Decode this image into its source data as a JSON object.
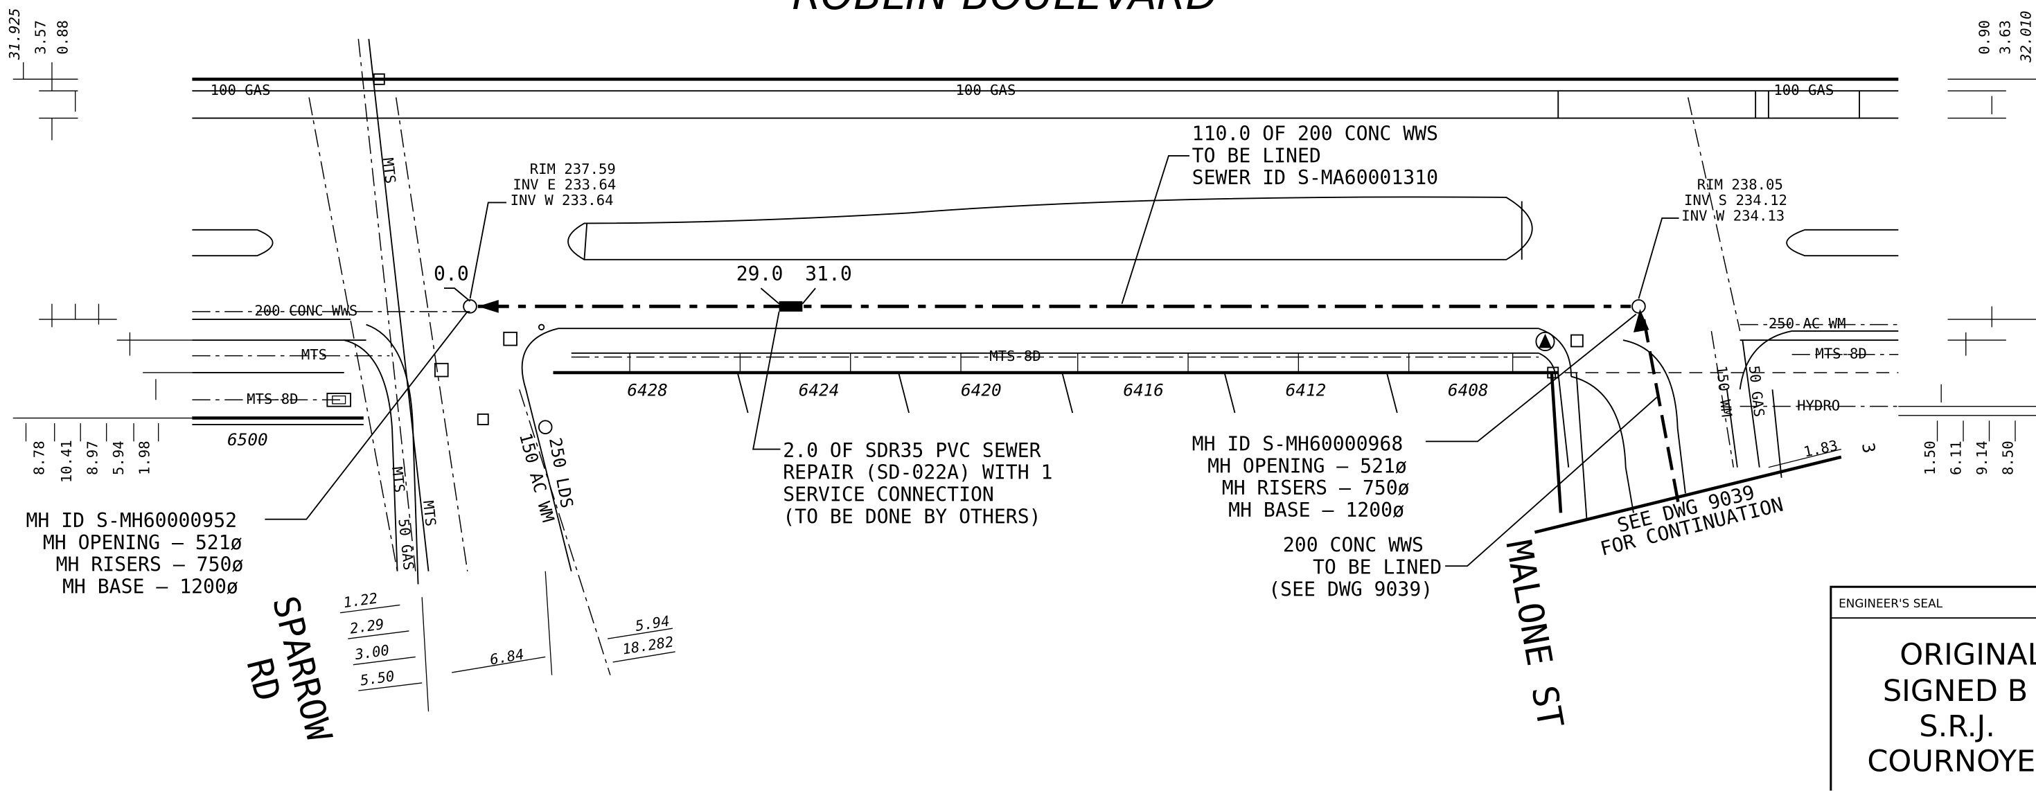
{
  "street": {
    "top": "ROBLIN BOULEVARD",
    "left": "SPARROW RD",
    "left_line1": "SPARROW",
    "left_line2": "RD",
    "right": "MALONE ST"
  },
  "utilities": {
    "gas_main": "100 GAS",
    "conc_wws": "200 CONC WWS",
    "mts": "MTS",
    "mts_8d": "MTS-8D",
    "ac_wm": "250 AC WM",
    "hydro": "HYDRO",
    "lds": "250 LDS",
    "ac_wm_150": "150 AC WM",
    "gas_50": "50 GAS",
    "wm_150": "150 WM",
    "gas_50b": "50 GAS"
  },
  "lots": [
    "6500",
    "6428",
    "6424",
    "6420",
    "6416",
    "6412",
    "6408"
  ],
  "chainage": {
    "start": "0.0",
    "repair_start": "29.0",
    "repair_end": "31.0"
  },
  "mh_west": {
    "rim": "RIM 237.59",
    "inv_e": "INV E 233.64",
    "inv_w": "INV W 233.64",
    "id": "MH ID S-MH60000952",
    "opening": "MH OPENING – 521ø",
    "risers": "MH RISERS – 750ø",
    "base": "MH BASE – 1200ø"
  },
  "mh_east": {
    "rim": "RIM 238.05",
    "inv_s": "INV S 234.12",
    "inv_w": "INV W 234.13",
    "id": "MH ID S-MH60000968",
    "opening": "MH OPENING – 521ø",
    "risers": "MH RISERS – 750ø",
    "base": "MH BASE – 1200ø"
  },
  "callouts": {
    "lined_1": "110.0 OF 200 CONC WWS",
    "lined_2": "TO BE LINED",
    "lined_3": "SEWER ID S-MA60001310",
    "repair_1": "2.0 OF SDR35 PVC SEWER",
    "repair_2": "REPAIR (SD-022A) WITH 1",
    "repair_3": "SERVICE CONNECTION",
    "repair_4": "(TO BE DONE BY OTHERS)",
    "cont_1": "200 CONC WWS",
    "cont_2": "TO BE LINED",
    "cont_3": "(SEE DWG 9039)",
    "see_1": "SEE DWG 9039",
    "see_2": "FOR CONTINUATION"
  },
  "dims_left": [
    "31.925",
    "3.57",
    "0.88"
  ],
  "dims_left_bottom": [
    "8.78",
    "10.41",
    "8.97",
    "5.94",
    "1.98"
  ],
  "dims_right": [
    "0.90",
    "3.63",
    "32.010"
  ],
  "dims_right_bottom": [
    "1.50",
    "6.11",
    "9.14",
    "8.50"
  ],
  "dims_bottom": [
    "1.22",
    "2.29",
    "3.00",
    "5.50",
    "6.84",
    "5.94",
    "18.282"
  ],
  "dim_misc": {
    "d183": "1.83",
    "d3": "3"
  },
  "seal": {
    "label": "ENGINEER'S SEAL",
    "line1": "ORIGINAL",
    "line2": "SIGNED B",
    "line3": "S.R.J.",
    "line4": "COURNOYE"
  }
}
